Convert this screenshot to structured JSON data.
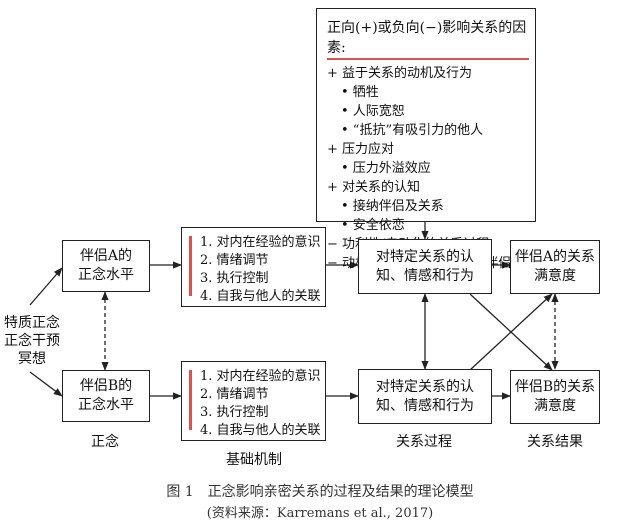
{
  "factors": {
    "title": "正向(+)或负向(−)影响关系的因素:",
    "items": [
      "+ 益于关系的动机及行为",
      "• 牺牲",
      "• 人际宽恕",
      "• “抵抗”有吸引力的他人",
      "+ 压力应对",
      "• 压力外溢效应",
      "+ 对关系的认知",
      "• 接纳伴侣及关系",
      "• 安全依恋",
      "− 功利性/自动化的关系过程",
      "− 动机性偏见(如, 过度美化伴侣)"
    ]
  },
  "intervention": [
    "特质正念",
    "正念干预",
    "冥想"
  ],
  "partner_a_mindfulness": [
    "伴侣A的",
    "正念水平"
  ],
  "partner_b_mindfulness": [
    "伴侣B的",
    "正念水平"
  ],
  "mechanisms_a": [
    "1. 对内在经验的意识",
    "2. 情绪调节",
    "3. 执行控制",
    "4. 自我与他人的关联"
  ],
  "mechanisms_b": [
    "1. 对内在经验的意识",
    "2. 情绪调节",
    "3. 执行控制",
    "4. 自我与他人的关联"
  ],
  "process_a": [
    "对特定关系的认",
    "知、情感和行为"
  ],
  "process_b": [
    "对特定关系的认",
    "知、情感和行为"
  ],
  "outcome_a": [
    "伴侣A的关系",
    "满意度"
  ],
  "outcome_b": [
    "伴侣B的关系",
    "满意度"
  ],
  "section_labels": {
    "mindfulness": "正念",
    "mechanisms": "基础机制",
    "process": "关系过程",
    "outcome": "关系结果"
  },
  "caption": "图 1　正念影响亲密关系的过程及结果的理论模型",
  "source": "(资料来源：Karremans et al., 2017)",
  "colors": {
    "accent": "#d9534f",
    "line": "#222222"
  }
}
